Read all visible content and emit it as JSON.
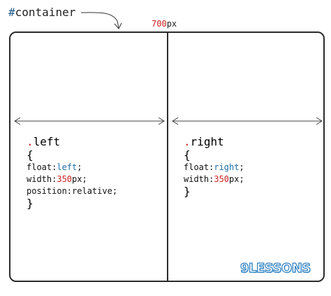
{
  "header": {
    "hash": "#",
    "container_name": "container",
    "width_value": "700",
    "width_unit": "px"
  },
  "left": {
    "selector": ".left",
    "open_brace": "{",
    "line1_prop": "float:",
    "line1_value": "left",
    "line1_end": ";",
    "line2_prop": "width:",
    "line2_value": "350",
    "line2_end": "px;",
    "line3": "position:relative;",
    "close_brace": "}"
  },
  "right": {
    "selector": ".right",
    "open_brace": "{",
    "line1_prop": "float:",
    "line1_value": "right",
    "line1_end": ";",
    "line2_prop": "width:",
    "line2_value": "350",
    "line2_end": "px;",
    "close_brace": "}"
  },
  "logo": "9LESSONS",
  "colors": {
    "accent_red": "#cc1f1f",
    "accent_blue": "#1e6ea8",
    "logo_blue": "#2a7fc1"
  }
}
